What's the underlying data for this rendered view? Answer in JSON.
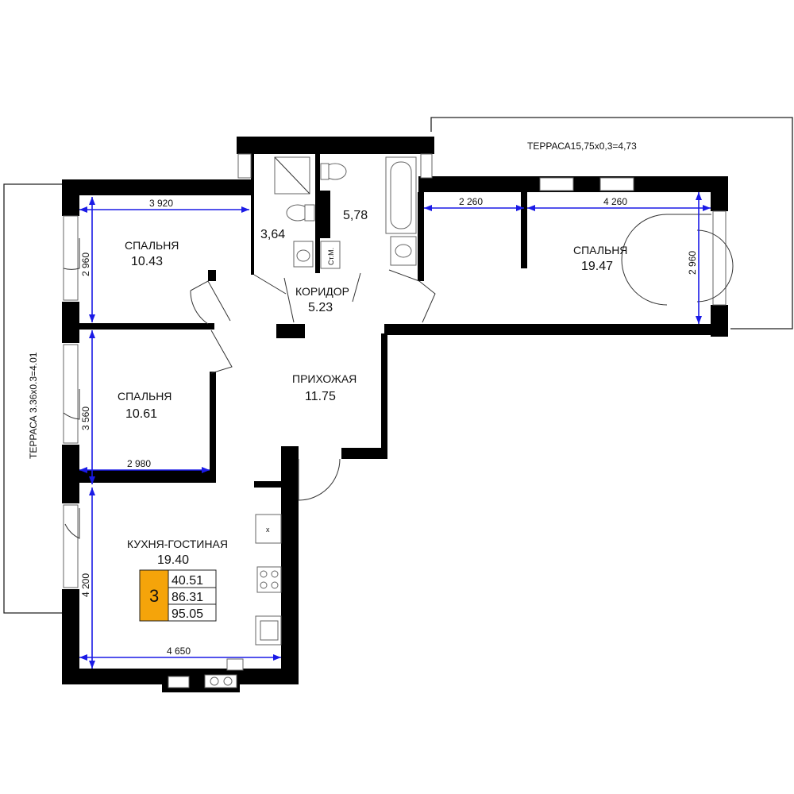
{
  "terraces": {
    "top": "ТЕРРАСА15,75х0,3=4,73",
    "left": "ТЕРРАСА 3.36х0.3=4.01"
  },
  "rooms": {
    "bedroom_top_left": {
      "name": "СПАЛЬНЯ",
      "area": "10.43"
    },
    "bedroom_mid_left": {
      "name": "СПАЛЬНЯ",
      "area": "10.61"
    },
    "bedroom_right": {
      "name": "СПАЛЬНЯ",
      "area": "19.47"
    },
    "corridor": {
      "name": "КОРИДОР",
      "area": "5.23"
    },
    "hallway": {
      "name": "ПРИХОЖАЯ",
      "area": "11.75"
    },
    "kitchen_living": {
      "name": "КУХНЯ-ГОСТИНАЯ",
      "area": "19.40"
    },
    "bath_small": {
      "area": "3,64"
    },
    "bath_large": {
      "area": "5,78"
    }
  },
  "dimensions": {
    "bed1_width": "3 920",
    "bed1_depth": "2 960",
    "bed2_depth": "3 560",
    "bed2_width": "2 980",
    "kitchen_depth": "4 200",
    "kitchen_width": "4 650",
    "bed3_left": "2 260",
    "bed3_right": "4 260",
    "bed3_depth": "2 960"
  },
  "fixtures": {
    "washer_label": "Ст.М.",
    "fridge_mark": "х"
  },
  "summary": {
    "rooms_count": "3",
    "living_area": "40.51",
    "total_area": "86.31",
    "total_with_terrace": "95.05"
  },
  "colors": {
    "wall": "#000000",
    "dimension_line": "#1a1ae6",
    "rooms_badge": "#f5a40a"
  }
}
